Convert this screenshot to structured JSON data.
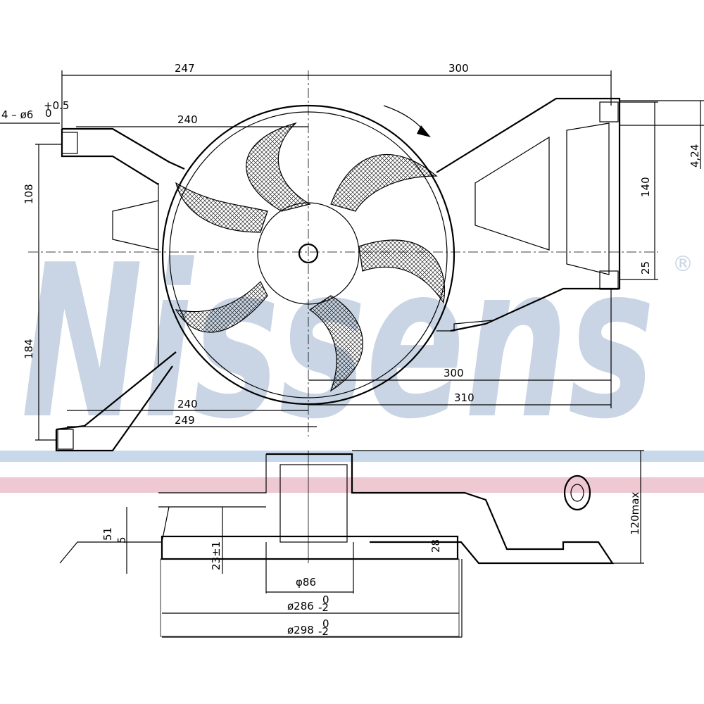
{
  "drawing": {
    "watermark": "Nissens",
    "registered_mark": "®",
    "colors": {
      "watermark_blue": "#c9d5e4",
      "band_blue": "#c7d8ea",
      "band_pink": "#efc9d2"
    },
    "front_view_dims": {
      "top_left": "247",
      "top_right": "300",
      "hole_spec": "4 – ø6",
      "hole_tol_upper": "+0.5",
      "hole_tol_lower": "0",
      "upper_width": "240",
      "left_upper": "108",
      "left_lower": "184",
      "right_upper": "140",
      "right_lower": "25",
      "right_offset": "4,24",
      "bottom_300": "300",
      "bottom_310": "310",
      "bottom_240": "240",
      "bottom_249": "249"
    },
    "side_view_dims": {
      "height_51": "51",
      "small_5": "5",
      "depth": "23±1",
      "depth_28": "28",
      "hub_dia": "φ86",
      "shroud_inner": "ø286",
      "shroud_outer": "ø298",
      "tol_upper": "0",
      "tol_lower": "-2",
      "max_height": "120max"
    }
  }
}
